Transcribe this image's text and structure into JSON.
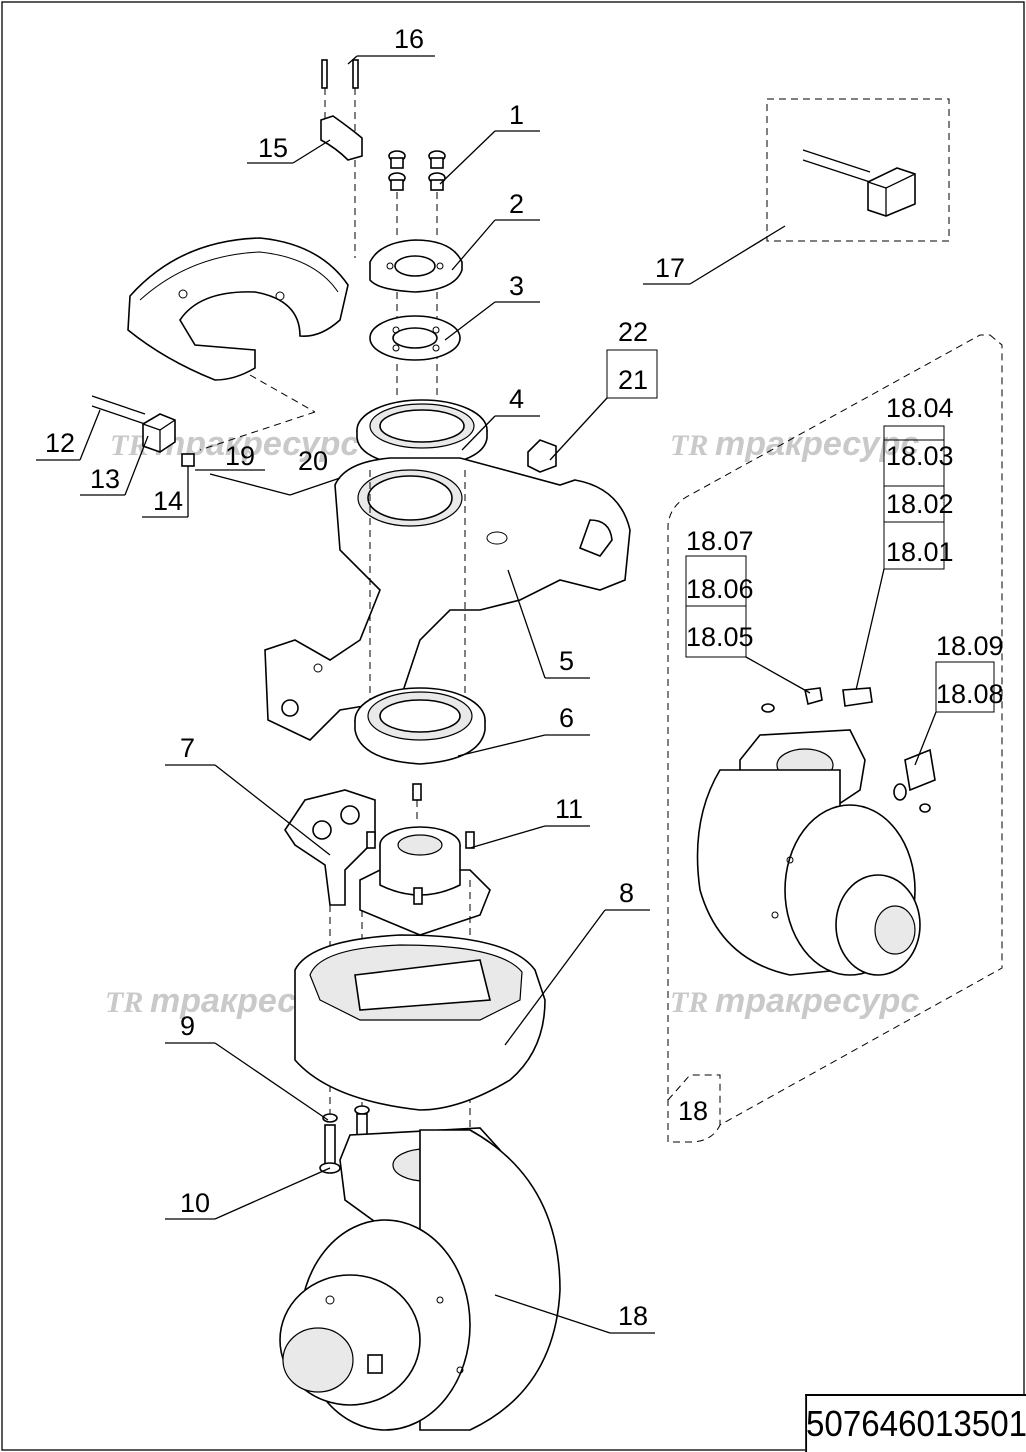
{
  "labels": {
    "l1": "1",
    "l2": "2",
    "l3": "3",
    "l4": "4",
    "l5": "5",
    "l6": "6",
    "l7": "7",
    "l8": "8",
    "l9": "9",
    "l10": "10",
    "l11": "11",
    "l12": "12",
    "l13": "13",
    "l14": "14",
    "l15": "15",
    "l16": "16",
    "l17": "17",
    "l18": "18",
    "l18box": "18",
    "l19": "19",
    "l20": "20",
    "l21": "21",
    "l22": "22",
    "l1801": "18.01",
    "l1802": "18.02",
    "l1803": "18.03",
    "l1804": "18.04",
    "l1805": "18.05",
    "l1806": "18.06",
    "l1807": "18.07",
    "l1808": "18.08",
    "l1809": "18.09"
  },
  "watermark": {
    "logo": "TR",
    "text": "тракресурс"
  },
  "document_number": "507646013501"
}
